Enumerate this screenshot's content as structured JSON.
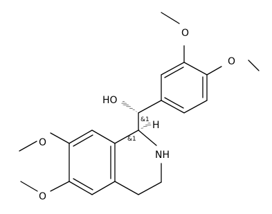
{
  "molecule": {
    "labels": {
      "o_ring_upper_meta": "O",
      "o_ring_upper_para": "O",
      "hydroxyl": "HO",
      "o_iso_7": "O",
      "o_iso_6": "O",
      "nh": "NH",
      "stereo_hydroxyl_carbon": "&1",
      "stereo_c1": "&1",
      "h_c1": "H"
    },
    "bond_color": "#000000"
  }
}
